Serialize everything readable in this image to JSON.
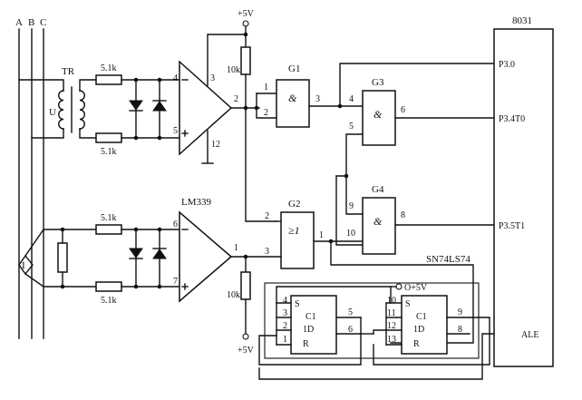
{
  "phase_labels": [
    "A",
    "B",
    "C"
  ],
  "transformer": {
    "name": "TR",
    "winding_label": "U"
  },
  "current_sensor": {
    "label": "I"
  },
  "resistors": {
    "top_upper": "5.1k",
    "top_lower": "5.1k",
    "bottom_upper": "5.1k",
    "bottom_lower": "5.1k",
    "pullup_top": "10k",
    "pullup_bottom": "10k"
  },
  "supply": {
    "top": "+5V",
    "bottom": "+5V",
    "flipflop": "O+5V"
  },
  "comparator_top": {
    "pins": [
      "4",
      "5",
      "3",
      "2",
      "12"
    ]
  },
  "comparator_bottom": {
    "name": "LM339",
    "pins": [
      "6",
      "7",
      "1"
    ]
  },
  "gates": {
    "g1": {
      "name": "G1",
      "symbol": "&",
      "pins": [
        "1",
        "2",
        "3"
      ]
    },
    "g2": {
      "name": "G2",
      "symbol": "≥1",
      "pins": [
        "2",
        "3",
        "1"
      ]
    },
    "g3": {
      "name": "G3",
      "symbol": "&",
      "pins": [
        "4",
        "5",
        "6"
      ]
    },
    "g4": {
      "name": "G4",
      "symbol": "&",
      "pins": [
        "9",
        "10",
        "8"
      ]
    }
  },
  "mcu": {
    "name": "8031",
    "ports": [
      "P3.0",
      "P3.4T0",
      "P3.5T1"
    ],
    "ale": "ALE"
  },
  "flipflop": {
    "name": "SN74LS74",
    "ff1": {
      "pins": [
        "4",
        "3",
        "2",
        "1",
        "5",
        "6"
      ],
      "labels": [
        "S",
        "C1",
        "1D",
        "R"
      ]
    },
    "ff2": {
      "pins": [
        "10",
        "11",
        "12",
        "13",
        "9",
        "8"
      ],
      "labels": [
        "S",
        "C1",
        "1D",
        "R"
      ]
    }
  }
}
